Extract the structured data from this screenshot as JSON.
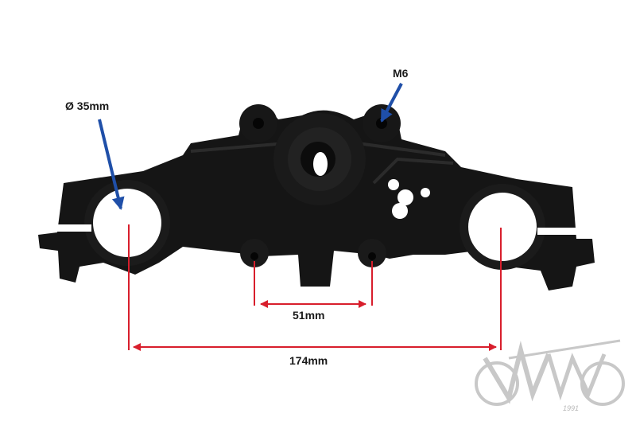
{
  "annotations": {
    "diameter_label": "Ø 35mm",
    "thread_label": "M6",
    "inner_spacing_label": "51mm",
    "outer_spacing_label": "174mm"
  },
  "colors": {
    "part": "#141414",
    "dimension_line": "#d81e2c",
    "pointer_arrow": "#1f4fa8",
    "watermark": "#c8c8c8"
  },
  "watermark": {
    "brand": "WMA",
    "year": "1991"
  }
}
